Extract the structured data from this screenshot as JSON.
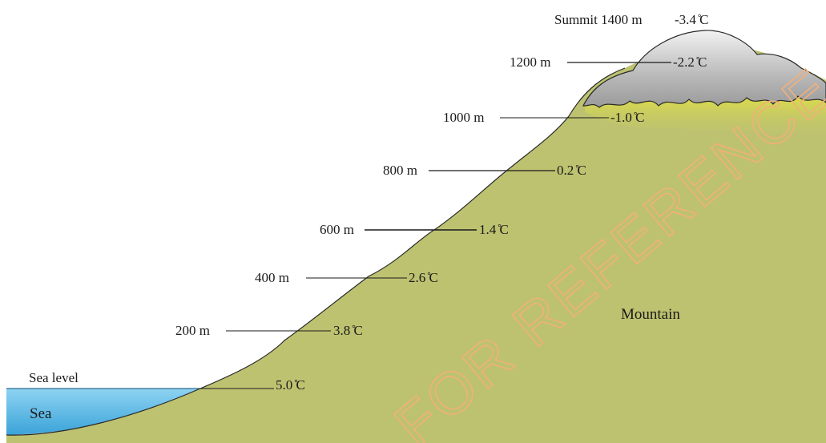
{
  "diagram": {
    "summit_label": "Summit 1400 m",
    "summit_temp": "-3.4 ̊C",
    "sea_level_label": "Sea level",
    "sea_label": "Sea",
    "mountain_label": "Mountain",
    "watermark": "FOR REFERENCE USE ONLY",
    "levels": [
      {
        "altitude": "1200 m",
        "temp": "-2.2 ̊C"
      },
      {
        "altitude": "1000 m",
        "temp": "-1.0 ̊C"
      },
      {
        "altitude": "800 m",
        "temp": "0.2 ̊C"
      },
      {
        "altitude": "600 m",
        "temp": "1.4 ̊C"
      },
      {
        "altitude": "400 m",
        "temp": "2.6 ̊C"
      },
      {
        "altitude": "200 m",
        "temp": "3.8 ̊C"
      },
      {
        "altitude": "",
        "temp": "5.0 ̊C"
      }
    ]
  },
  "colors": {
    "mountain": "#bdc270",
    "sea": "#5bb8e6",
    "cloud": "#c8c8c8",
    "snow_glow": "#e8e23a",
    "watermark": "#f2b07a"
  }
}
